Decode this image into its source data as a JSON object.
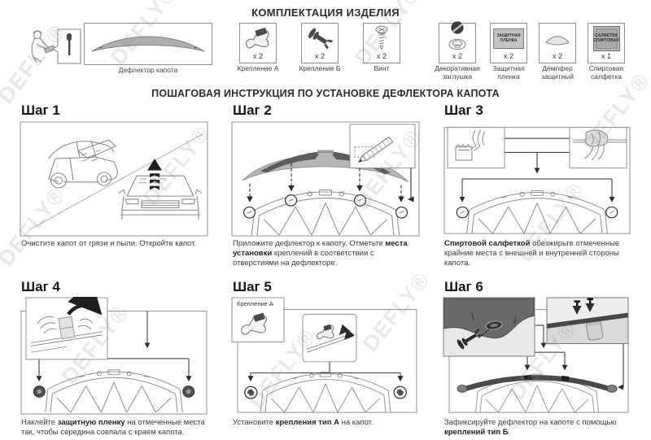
{
  "watermark": {
    "text": "DEFLY®"
  },
  "colors": {
    "line_art": "#8f8f8f",
    "dark_fill": "#4a4a4a",
    "deflector_gray": "#b3b3b3",
    "text": "#3a3a3a",
    "watermark": "#bdbdbd"
  },
  "header": {
    "title": "КОМПЛЕКТАЦИЯ ИЗДЕЛИЯ"
  },
  "components": {
    "deflector": {
      "label": "Дефлектор капота"
    },
    "items": [
      {
        "icon": "clip-a-icon",
        "label": "Крепление А",
        "count": "x 2"
      },
      {
        "icon": "pin-icon",
        "label": "Крепление Б",
        "count": "x 2"
      },
      {
        "icon": "screw-icon",
        "label": "Винт",
        "count": "x 2"
      },
      {
        "icon": "plug-icon",
        "label": "Декоративная заглушка",
        "count": "x 2"
      },
      {
        "icon": "film-icon",
        "label": "Защитная пленка",
        "count": "x 2",
        "inner_label": "ЗАЩИТНАЯ ПЛЕНКА"
      },
      {
        "icon": "damper-icon",
        "label": "Демпфер защитный",
        "count": "x 2"
      },
      {
        "icon": "wipe-icon",
        "label": "Спиртовая салфетка",
        "count": "x 1",
        "inner_label": "САЛФЕТКА СПИРТОВАЯ"
      }
    ]
  },
  "instructions": {
    "title": "ПОШАГОВАЯ ИНСТРУКЦИЯ ПО УСТАНОВКЕ ДЕФЛЕКТОРА КАПОТА",
    "steps": [
      {
        "title": "Шаг 1",
        "caption_pre": "Очистите капот от грязи и пыли. Откройте капот.",
        "caption_bold": "",
        "caption_post": ""
      },
      {
        "title": "Шаг 2",
        "caption_pre": "Приложите дефлектор к капоту. Отметьте ",
        "caption_bold": "места установки",
        "caption_post": " креплений в соответствии с отверстиями на дефлекторе."
      },
      {
        "title": "Шаг 3",
        "caption_pre": "",
        "caption_bold": "Спиртовой салфеткой",
        "caption_post": " обезжирьте отмеченные крайние места с внешней и внутренней стороны капота."
      },
      {
        "title": "Шаг 4",
        "caption_pre": "Наклейте ",
        "caption_bold": "защитную пленку",
        "caption_post": " на отмеченные места так, чтобы середина совпала с краем капота."
      },
      {
        "title": "Шаг 5",
        "caption_pre": "Установите ",
        "caption_bold": "крепления тип А",
        "caption_post": " на капот.",
        "inset_label": "Крепление А"
      },
      {
        "title": "Шаг 6",
        "caption_pre": "Зафиксируйте дефлектор на капоте с помощью ",
        "caption_bold": "креплений тип Б",
        "caption_post": "."
      }
    ]
  }
}
